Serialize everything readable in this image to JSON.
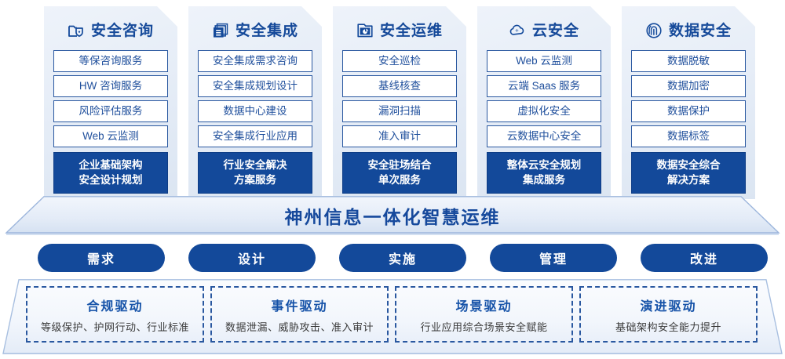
{
  "columns": [
    {
      "icon": "folder-shield-icon",
      "title": "安全咨询",
      "items": [
        "等保咨询服务",
        "HW 咨询服务",
        "风险评估服务",
        "Web 云监测"
      ],
      "summary": [
        "企业基础架构",
        "安全设计规划"
      ]
    },
    {
      "icon": "stacked-documents-icon",
      "title": "安全集成",
      "items": [
        "安全集成需求咨询",
        "安全集成规划设计",
        "数据中心建设",
        "安全集成行业应用"
      ],
      "summary": [
        "行业安全解决",
        "方案服务"
      ]
    },
    {
      "icon": "monitor-pie-icon",
      "title": "安全运维",
      "items": [
        "安全巡检",
        "基线核查",
        "漏洞扫描",
        "准入审计"
      ],
      "summary": [
        "安全驻场结合",
        "单次服务"
      ]
    },
    {
      "icon": "cloud-icon",
      "title": "云安全",
      "items": [
        "Web 云监测",
        "云端 Saas 服务",
        "虚拟化安全",
        "云数据中心安全"
      ],
      "summary": [
        "整体云安全规划",
        "集成服务"
      ]
    },
    {
      "icon": "fingerprint-icon",
      "title": "数据安全",
      "items": [
        "数据脱敏",
        "数据加密",
        "数据保护",
        "数据标签"
      ],
      "summary": [
        "数据安全综合",
        "解决方案"
      ]
    }
  ],
  "banner": {
    "text": "神州信息一体化智慧运维"
  },
  "pills": [
    {
      "label": "需求"
    },
    {
      "label": "设计"
    },
    {
      "label": "实施"
    },
    {
      "label": "管理"
    },
    {
      "label": "改进"
    }
  ],
  "drivers": [
    {
      "title": "合规驱动",
      "desc": "等级保护、护网行动、行业标准"
    },
    {
      "title": "事件驱动",
      "desc": "数据泄漏、威胁攻击、准入审计"
    },
    {
      "title": "场景驱动",
      "desc": "行业应用综合场景安全赋能"
    },
    {
      "title": "演进驱动",
      "desc": "基础架构安全能力提升"
    }
  ],
  "colors": {
    "brand_blue": "#13499a",
    "title_blue": "#164a9a",
    "item_border": "#2a58a0",
    "item_text": "#1f4f9c",
    "card_bg_light": "#eef3fa",
    "card_bg_dark": "#dbe5f2",
    "driver_title": "#1552a8",
    "driver_desc": "#3b3b3b"
  }
}
